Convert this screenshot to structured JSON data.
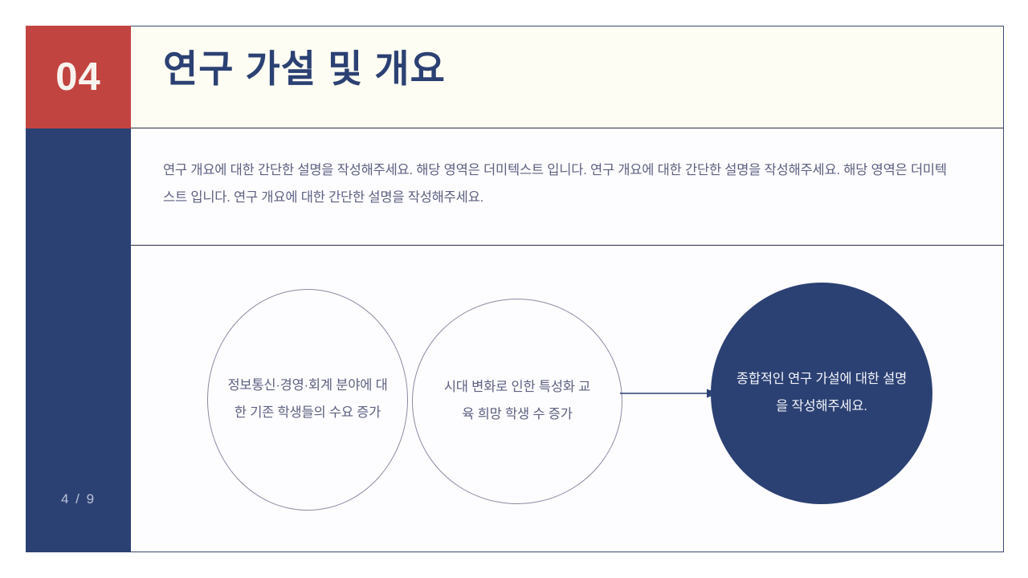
{
  "slide": {
    "section_number": "04",
    "title": "연구 가설 및 개요",
    "page_label": "4 / 9",
    "description": "연구 개요에 대한 간단한 설명을 작성해주세요. 해당 영역은 더미텍스트 입니다. 연구 개요에 대한 간단한 설명을 작성해주세요. 해당 영역은 더미텍스트 입니다. 연구 개요에 대한 간단한 설명을 작성해주세요.",
    "colors": {
      "accent_red": "#c24440",
      "accent_navy": "#2c4173",
      "header_background": "#fdfdf3",
      "body_background": "#fdfcfe",
      "body_text": "#5d6182",
      "circle_outline": "#8b8ca6",
      "filled_circle_text": "#f2f4fa",
      "page_number_text": "#b9c2d8"
    },
    "diagram": {
      "type": "venn-to-result",
      "premise_circles": [
        {
          "label": "정보통신·경영·회계 분야에 대한 기존 학생들의 수요 증가"
        },
        {
          "label": "시대 변화로 인한 특성화 교육 희망 학생 수 증가"
        }
      ],
      "connector": "arrow-right",
      "result_circle": {
        "label": "종합적인 연구 가설에 대한 설명을 작성해주세요."
      }
    }
  }
}
